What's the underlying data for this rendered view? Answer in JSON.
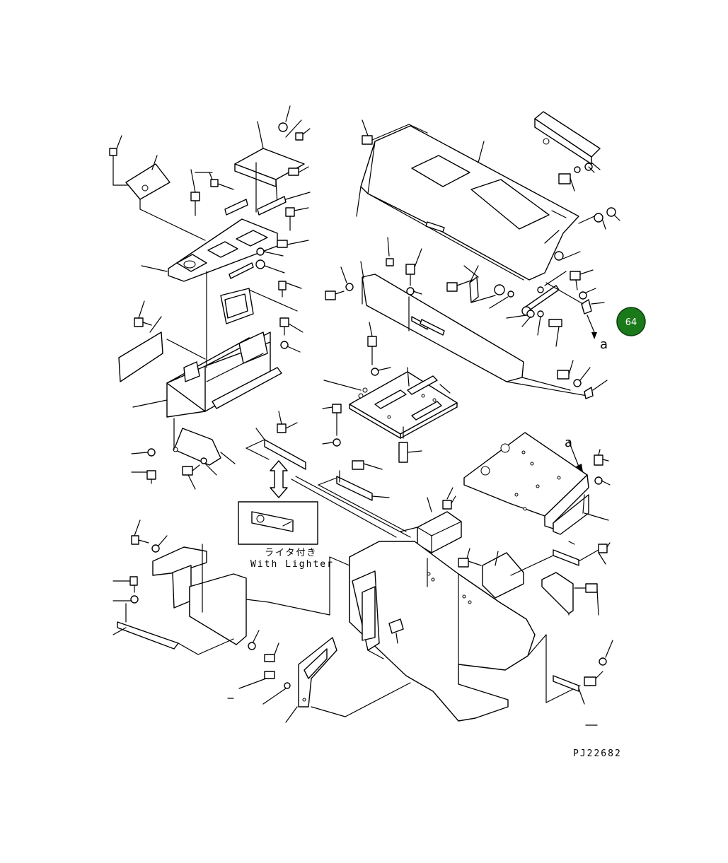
{
  "drawing": {
    "code": "PJ22682",
    "variant_label_jp": "ライタ付き",
    "variant_label_en": "With Lighter",
    "ref_mark": "a"
  },
  "badge": {
    "number": "64",
    "fill": "#1a7a1a",
    "ring": "#0b3d0b"
  }
}
